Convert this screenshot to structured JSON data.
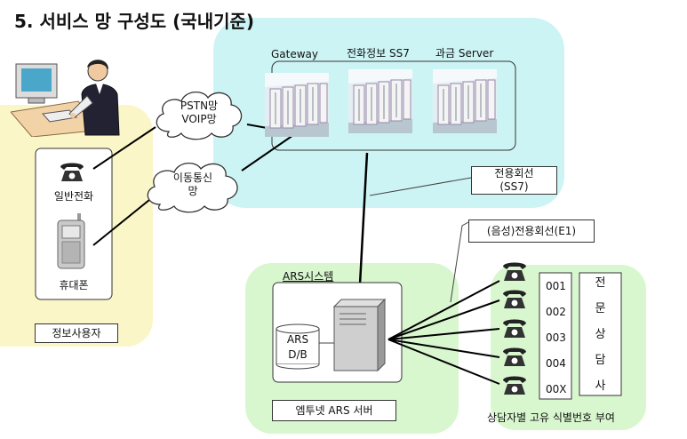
{
  "title": "5. 서비스 망 구성도 (국내기준)",
  "user_area": {
    "phone_label": "일반전화",
    "mobile_label": "휴대폰",
    "caption": "정보사용자"
  },
  "clouds": {
    "pstn": [
      "PSTN망",
      "VOIP망"
    ],
    "mobile": [
      "이동통신",
      "망"
    ]
  },
  "servers": {
    "gateway": "Gateway",
    "ss7": "전화정보 SS7",
    "billing": "과금 Server"
  },
  "dedicated_line": [
    "전용회선",
    "(SS7)"
  ],
  "voice_line": "(음성)전용회선(E1)",
  "ars": {
    "system_label": "ARS시스템",
    "db": [
      "ARS",
      "D/B"
    ],
    "server_caption": "엠투넷 ARS 서버"
  },
  "counselors": {
    "ids": [
      "001",
      "002",
      "003",
      "004",
      "00X"
    ],
    "vertical": [
      "전",
      "문",
      "상",
      "담",
      "사"
    ],
    "caption": "상담자별 고유 식별번호 부여"
  }
}
